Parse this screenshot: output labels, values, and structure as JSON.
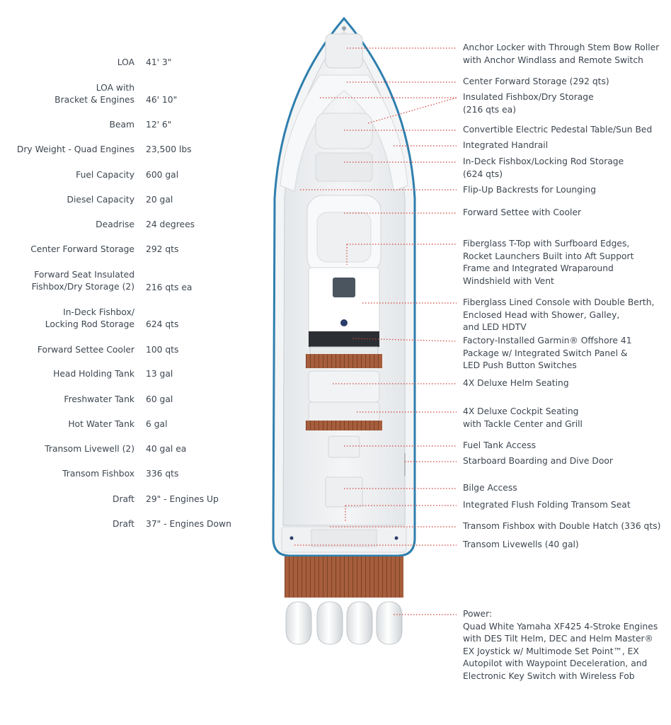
{
  "colors": {
    "leader": "#d2423a",
    "hull_outline": "#2f7fae",
    "deck": "#eceef0",
    "teak": "#a65e3c",
    "text": "#3d4650"
  },
  "specs": [
    {
      "label": "LOA",
      "value": "41' 3\""
    },
    {
      "label": "LOA with\nBracket & Engines",
      "value": "46' 10\""
    },
    {
      "label": "Beam",
      "value": "12' 6\""
    },
    {
      "label": "Dry Weight - Quad Engines",
      "value": "23,500 lbs"
    },
    {
      "label": "Fuel Capacity",
      "value": "600 gal"
    },
    {
      "label": "Diesel Capacity",
      "value": "20 gal"
    },
    {
      "label": "Deadrise",
      "value": " 24 degrees"
    },
    {
      "label": "Center Forward Storage",
      "value": "292 qts"
    },
    {
      "label": "Forward Seat Insulated\nFishbox/Dry Storage (2)",
      "value": "216 qts ea"
    },
    {
      "label": "In-Deck Fishbox/\nLocking Rod Storage",
      "value": " 624 qts"
    },
    {
      "label": "Forward Settee Cooler",
      "value": "100 qts"
    },
    {
      "label": "Head Holding Tank",
      "value": "13 gal"
    },
    {
      "label": "Freshwater Tank",
      "value": "60 gal"
    },
    {
      "label": "Hot Water Tank",
      "value": "6 gal"
    },
    {
      "label": "Transom Livewell (2)",
      "value": " 40 gal ea"
    },
    {
      "label": "Transom Fishbox",
      "value": "336 qts"
    },
    {
      "label": "Draft",
      "value": "29\" - Engines Up"
    },
    {
      "label": "Draft",
      "value": "37\" - Engines Down"
    }
  ],
  "callouts": [
    {
      "text": "Anchor Locker with Through Stem Bow Roller\nwith Anchor Windlass and Remote Switch"
    },
    {
      "text": "Center Forward Storage (292 qts)"
    },
    {
      "text": "Insulated Fishbox/Dry Storage\n(216 qts ea)"
    },
    {
      "text": "Convertible Electric Pedestal Table/Sun Bed"
    },
    {
      "text": "Integrated Handrail"
    },
    {
      "text": "In-Deck Fishbox/Locking Rod Storage\n(624 qts)"
    },
    {
      "text": "Flip-Up Backrests for Lounging"
    },
    {
      "text": "Forward Settee with Cooler"
    },
    {
      "text": "Fiberglass T-Top with Surfboard Edges,\nRocket Launchers Built into Aft Support\nFrame and Integrated Wraparound\nWindshield with Vent"
    },
    {
      "text": "Fiberglass Lined Console with Double Berth,\nEnclosed Head with Shower, Galley,\nand LED HDTV"
    },
    {
      "text": "Factory-Installed Garmin® Offshore 41\nPackage w/ Integrated Switch Panel &\nLED Push Button Switches"
    },
    {
      "text": "4X Deluxe Helm Seating"
    },
    {
      "text": "4X Deluxe Cockpit Seating\nwith Tackle Center and Grill"
    },
    {
      "text": "Fuel Tank Access"
    },
    {
      "text": "Starboard Boarding and Dive Door"
    },
    {
      "text": "Bilge Access"
    },
    {
      "text": "Integrated Flush Folding Transom Seat"
    },
    {
      "text": "Transom Fishbox with Double Hatch (336 qts)"
    },
    {
      "text": "Transom Livewells (40 gal)"
    },
    {
      "text": "Power:\nQuad White Yamaha XF425 4-Stroke Engines\nwith DES Tilt Helm, DEC and Helm Master®\nEX Joystick w/ Multimode Set Point™, EX\nAutopilot with Waypoint Deceleration, and\nElectronic Key Switch with Wireless Fob"
    }
  ]
}
